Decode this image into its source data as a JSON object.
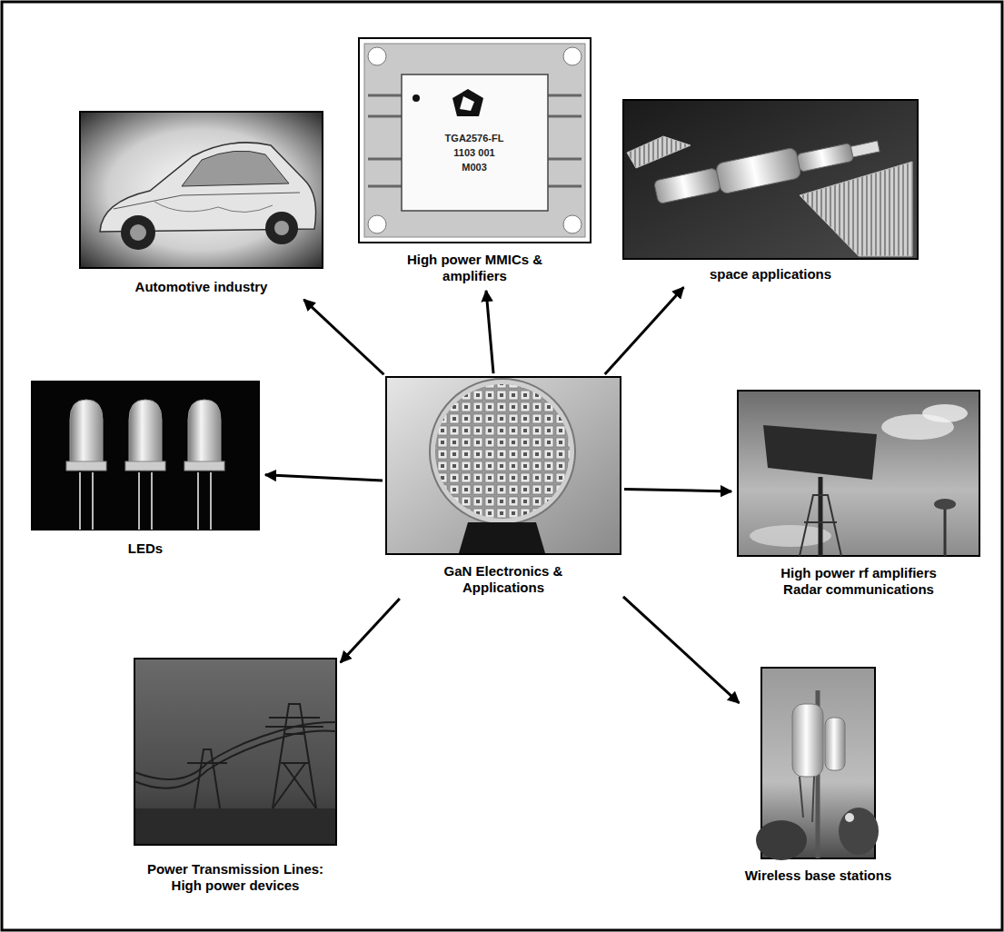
{
  "diagram": {
    "nodes": [
      {
        "text": [
          "High power MMICs & amplifiers"
        ]
      },
      {
        "text": [
          "Automotive industry"
        ]
      },
      {
        "text": [
          "space applications"
        ]
      },
      {
        "text": [
          "LEDs"
        ]
      },
      {
        "text": [
          "GaN Electronics & Applications"
        ]
      },
      {
        "text": [
          "High power rf amplifiers Radar communications"
        ]
      },
      {
        "text": [
          "Power Transmission Lines: High power devices"
        ]
      },
      {
        "text": [
          "Wireless base stations"
        ]
      }
    ],
    "edges": [
      {
        "from": 4,
        "to": 0,
        "arrow": "to"
      },
      {
        "from": 4,
        "to": 1,
        "arrow": "to"
      },
      {
        "from": 4,
        "to": 2,
        "arrow": "to"
      },
      {
        "from": 4,
        "to": 3,
        "arrow": "to"
      },
      {
        "from": 4,
        "to": 5,
        "arrow": "to"
      },
      {
        "from": 4,
        "to": 6,
        "arrow": "to"
      },
      {
        "from": 4,
        "to": 7,
        "arrow": "to"
      }
    ],
    "labels": [
      "TGA2576-FL",
      "1103 001",
      "M003"
    ]
  }
}
